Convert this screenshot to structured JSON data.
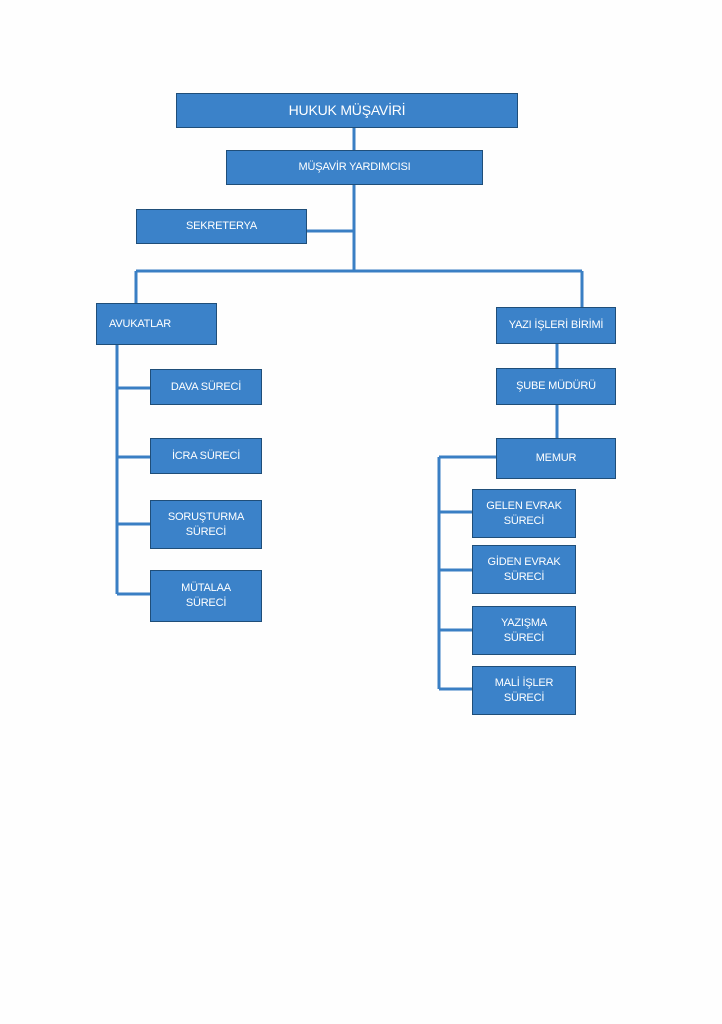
{
  "org_chart": {
    "nodes": {
      "hukuk_musaviri": "HUKUK MÜŞAVİRİ",
      "musavir_yardimcisi": "MÜŞAVİR YARDIMCISI",
      "sekreterya": "SEKRETERYA",
      "avukatlar": "AVUKATLAR",
      "dava_sureci": "DAVA SÜRECİ",
      "icra_sureci": "İCRA SÜRECİ",
      "sorusturma_sureci": "SORUŞTURMA\nSÜRECİ",
      "mutalaa_sureci": "MÜTALAA\nSÜRECİ",
      "yazi_isleri_birimi": "YAZI İŞLERİ BİRİMİ",
      "sube_muduru": "ŞUBE MÜDÜRÜ",
      "memur": "MEMUR",
      "gelen_evrak_sureci": "GELEN EVRAK\nSÜRECİ",
      "giden_evrak_sureci": "GİDEN EVRAK\nSÜRECİ",
      "yazisma_sureci": "YAZIŞMA\nSÜRECİ",
      "mali_isler_sureci": "MALİ İŞLER\nSÜRECİ"
    },
    "colors": {
      "box_fill": "#3b82c9",
      "box_border": "#1f4e79",
      "connector": "#3a7fc4",
      "text": "#ffffff"
    }
  }
}
